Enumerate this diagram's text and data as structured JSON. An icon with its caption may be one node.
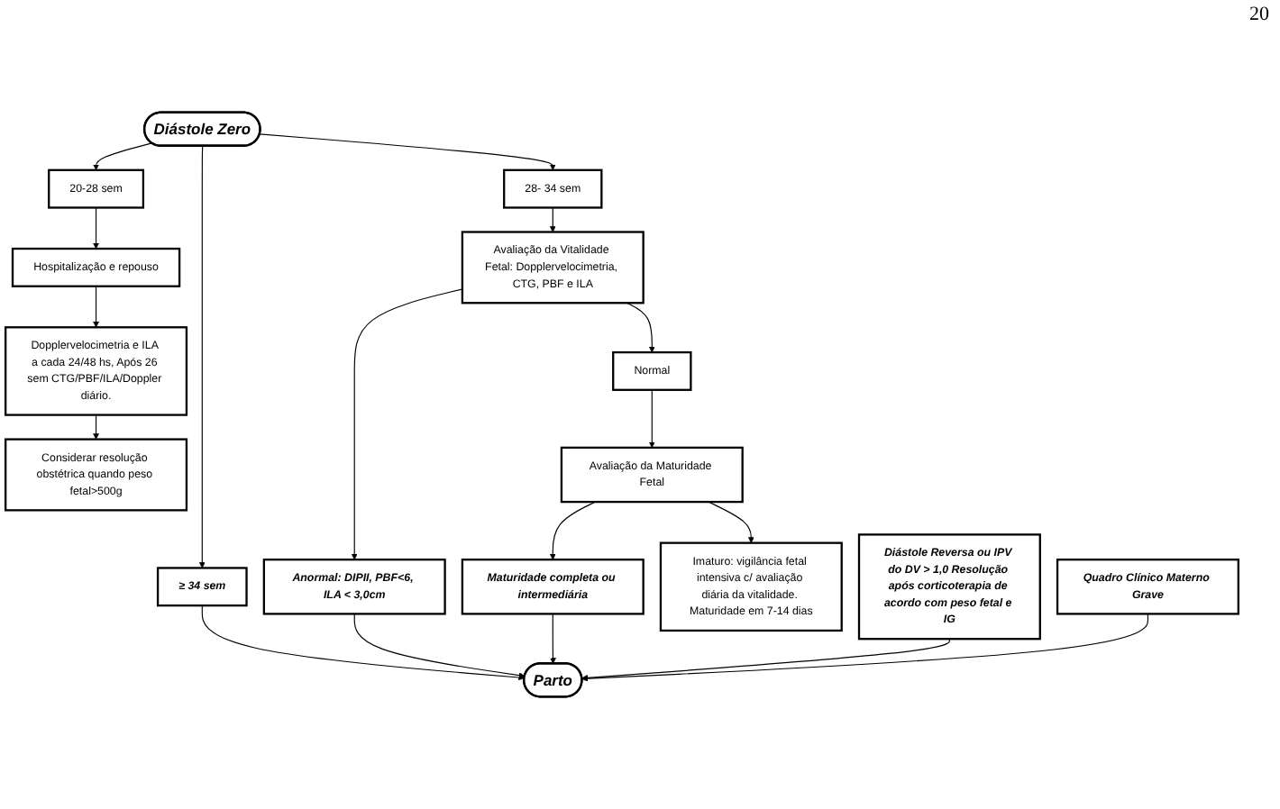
{
  "diagram": {
    "nodes": [
      {
        "text": [
          "Diástole Zero"
        ]
      },
      {
        "text": [
          "20-28 sem"
        ]
      },
      {
        "text": [
          "28- 34 sem"
        ]
      },
      {
        "text": [
          "≥ 34 sem"
        ]
      },
      {
        "text": [
          "Hospitalização e repouso"
        ]
      },
      {
        "text": [
          "Avaliação da Vitalidade Fetal: Dopplervelocimetria, CTG, PBF e ILA"
        ]
      },
      {
        "text": [
          "Dopplervelocimetria e ILA a cada 24/48 hs, Após 26 sem CTG/PBF/ILA/Doppler diário."
        ]
      },
      {
        "text": [
          "Normal"
        ]
      },
      {
        "text": [
          "Anormal: DIPII, PBF<6, ILA < 3,0cm"
        ]
      },
      {
        "text": [
          "Parto"
        ]
      },
      {
        "text": [
          "Considerar resolução obstétrica quando peso fetal>500g"
        ]
      },
      {
        "text": [
          "Avaliação da Maturidade Fetal"
        ]
      },
      {
        "text": [
          "Maturidade completa ou intermediária"
        ]
      },
      {
        "text": [
          "Imaturo: vigilância fetal intensiva c/ avaliação diária da vitalidade. Maturidade em 7-14 dias"
        ]
      },
      {
        "text": [
          "Quadro Clínico Materno Grave"
        ]
      },
      {
        "text": [
          "Diástole Reversa ou IPV do DV > 1,0 Resolução após corticoterapia de acordo com peso fetal e IG"
        ]
      }
    ],
    "edges": [
      {
        "from": 0,
        "to": 1,
        "arrow": "to"
      },
      {
        "from": 0,
        "to": 2,
        "arrow": "to"
      },
      {
        "from": 0,
        "to": 3,
        "arrow": "to"
      },
      {
        "from": 1,
        "to": 4,
        "arrow": "to"
      },
      {
        "from": 2,
        "to": 5,
        "arrow": "to"
      },
      {
        "from": 3,
        "to": 9,
        "arrow": "to"
      },
      {
        "from": 4,
        "to": 6,
        "arrow": "to"
      },
      {
        "from": 5,
        "to": 7,
        "arrow": "to"
      },
      {
        "from": 5,
        "to": 8,
        "arrow": "to"
      },
      {
        "from": 8,
        "to": 9,
        "arrow": "to"
      },
      {
        "from": 6,
        "to": 10,
        "arrow": "to"
      },
      {
        "from": 7,
        "to": 11,
        "arrow": "to"
      },
      {
        "from": 11,
        "to": 12,
        "arrow": "to"
      },
      {
        "from": 11,
        "to": 13,
        "arrow": "to"
      },
      {
        "from": 12,
        "to": 9,
        "arrow": "to"
      },
      {
        "from": 15,
        "to": 9,
        "arrow": "to"
      },
      {
        "from": 14,
        "to": 9,
        "arrow": "to"
      }
    ],
    "labels": [
      "20"
    ]
  }
}
